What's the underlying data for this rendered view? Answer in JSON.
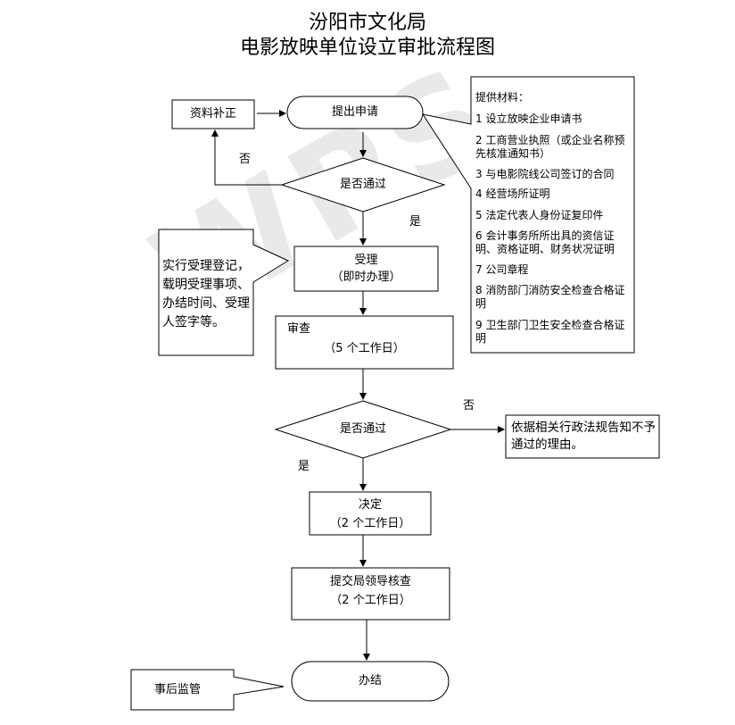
{
  "title": {
    "line1": "汾阳市文化局",
    "line2": "电影放映单位设立审批流程图"
  },
  "nodes": {
    "submit": "提出申请",
    "supplement": "资料补正",
    "check1": "是否通过",
    "accept_line1": "受理",
    "accept_line2": "（即时办理）",
    "review_line1": "审查",
    "review_line2": "（5 个工作日）",
    "check2": "是否通过",
    "reject": "依据相关行政法规告知不予通过的理由。",
    "decide_line1": "决定",
    "decide_line2": "（2 个工作日）",
    "leader_line1": "提交局领导核查",
    "leader_line2": "（2  个工作日）",
    "finish": "办结"
  },
  "edge_labels": {
    "no1": "否",
    "yes1": "是",
    "no2": "否",
    "yes2": "是"
  },
  "notes": {
    "accept_note": "实行受理登记，载明受理事项、办结时间、受理人签字等。",
    "supervise_note": "事后监管"
  },
  "materials": {
    "heading": "提供材料：",
    "items": [
      "1  设立放映企业申请书",
      "2  工商营业执照（或企业名称预先核准通知书）",
      "3  与电影院线公司签订的合同",
      "4  经营场所证明",
      "5  法定代表人身份证复印件",
      "6  会计事务所所出具的资信证明、资格证明、财务状况证明",
      "7  公司章程",
      "8  消防部门消防安全检查合格证明",
      "9  卫生部门卫生安全检查合格证明"
    ]
  },
  "watermark": "WPS",
  "colors": {
    "line": "#000000",
    "watermark": "#e9e9e9"
  }
}
